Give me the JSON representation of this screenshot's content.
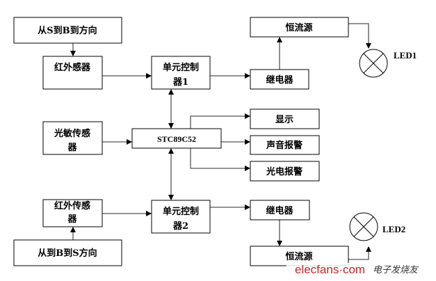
{
  "blocks": {
    "dir_s_to_b": "从S到B到方向",
    "ir_sensor_1": "红外感器",
    "unit_ctrl_1": [
      "单元控制",
      "器1"
    ],
    "relay_1": "继电器",
    "ccs_1": "恒流源",
    "led_1": "LED1",
    "display": "显示",
    "mcu": "STC89C52",
    "sound_alarm": "声音报警",
    "photo_alarm": "光电报警",
    "photo_sensor": [
      "光敏传感",
      "器"
    ],
    "ir_sensor_2": [
      "红外传感",
      "器"
    ],
    "unit_ctrl_2": [
      "单元控制",
      "器2"
    ],
    "relay_2": "继电器",
    "ccs_2": "恒流源",
    "led_2": "LED2",
    "dir_b_to_s": "从到B到S方向"
  },
  "watermark": {
    "site": "elecfans·com",
    "cn": "电子发烧友"
  }
}
